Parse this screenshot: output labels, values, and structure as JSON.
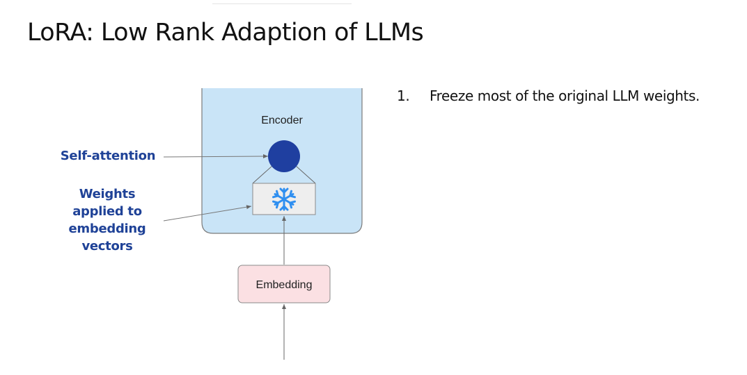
{
  "slide": {
    "title": "LoRA: Low Rank Adaption of LLMs"
  },
  "bullets": [
    {
      "number": "1.",
      "text": "Freeze most of the original LLM weights."
    }
  ],
  "diagram": {
    "encoder_label": "Encoder",
    "embedding_label": "Embedding",
    "self_attention_label": "Self-attention",
    "weights_label": "Weights applied to embedding vectors",
    "frozen_weights_icon": "snowflake-icon",
    "colors": {
      "encoder_fill": "#c9e4f7",
      "self_attention_node": "#1f3fa0",
      "weights_box_fill": "#eeeeee",
      "embedding_fill": "#fbe0e3",
      "snowflake": "#2f8ff0",
      "label_text": "#1f4297"
    }
  }
}
